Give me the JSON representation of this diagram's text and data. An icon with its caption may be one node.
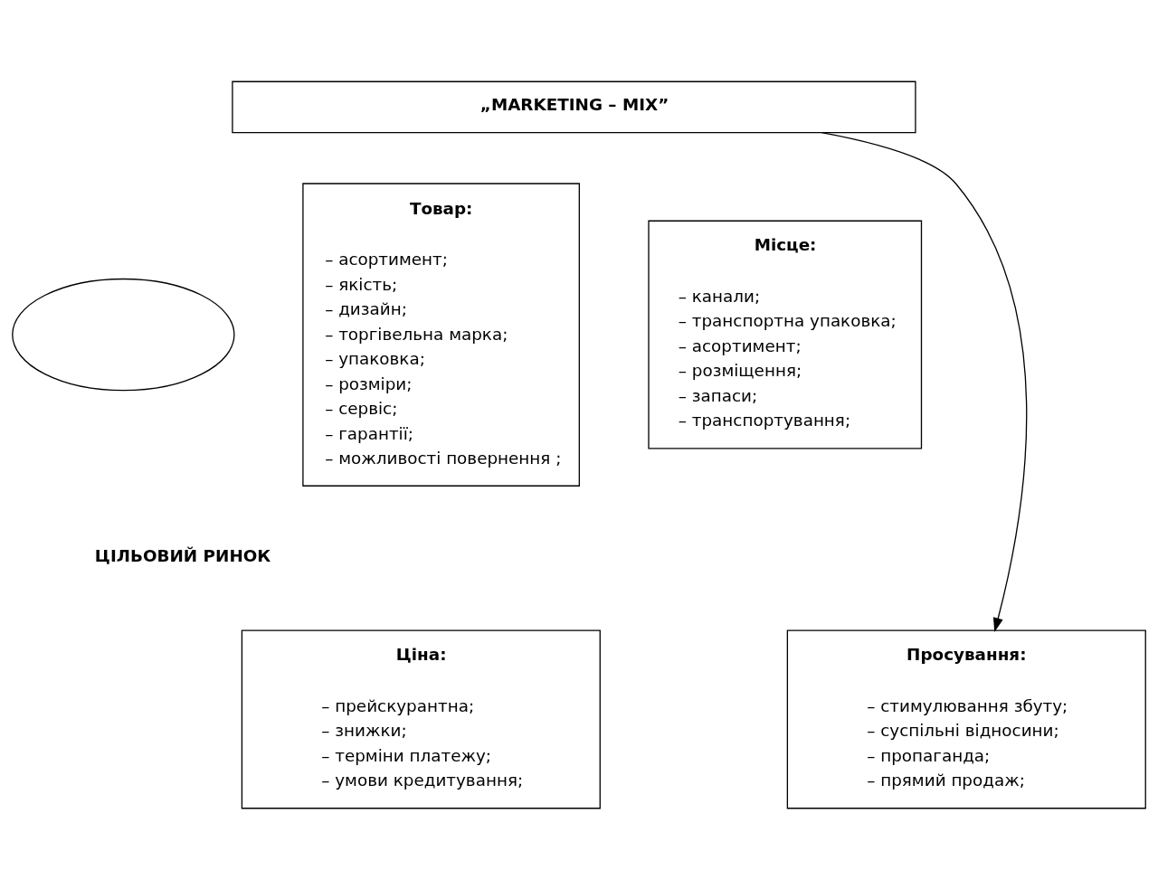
{
  "diagram": {
    "nodes": [
      {
        "text": [
          "„MARKETING – MIX”"
        ]
      },
      {
        "text": [
          "Товар:",
          "– асортимент;",
          "– якість;",
          "– дизайн;",
          "– торгівельна марка;",
          "– упаковка;",
          "– розміри;",
          "– сервіс;",
          "– гарантії;",
          "– можливості повернення ;"
        ]
      },
      {
        "text": [],
        "shape": "ellipse"
      },
      {
        "text": [
          "Місце:",
          "– канали;",
          "– транспортна упаковка;",
          "– асортимент;",
          "– розміщення;",
          "– запаси;",
          "– транспортування;"
        ]
      },
      {
        "text": [
          "Ціна:",
          "– прейскурантна;",
          "– знижки;",
          "– терміни платежу;",
          "– умови кредитування;"
        ]
      },
      {
        "text": [
          "Просування:",
          "– стимулювання збуту;",
          "– суспільні відносини;",
          "– пропаганда;",
          "– прямий продаж;"
        ]
      }
    ],
    "edges": [
      {
        "from": 0,
        "to": 5,
        "arrow": "to"
      }
    ],
    "labels": [
      "ЦІЛЬОВИЙ РИНОК"
    ]
  }
}
